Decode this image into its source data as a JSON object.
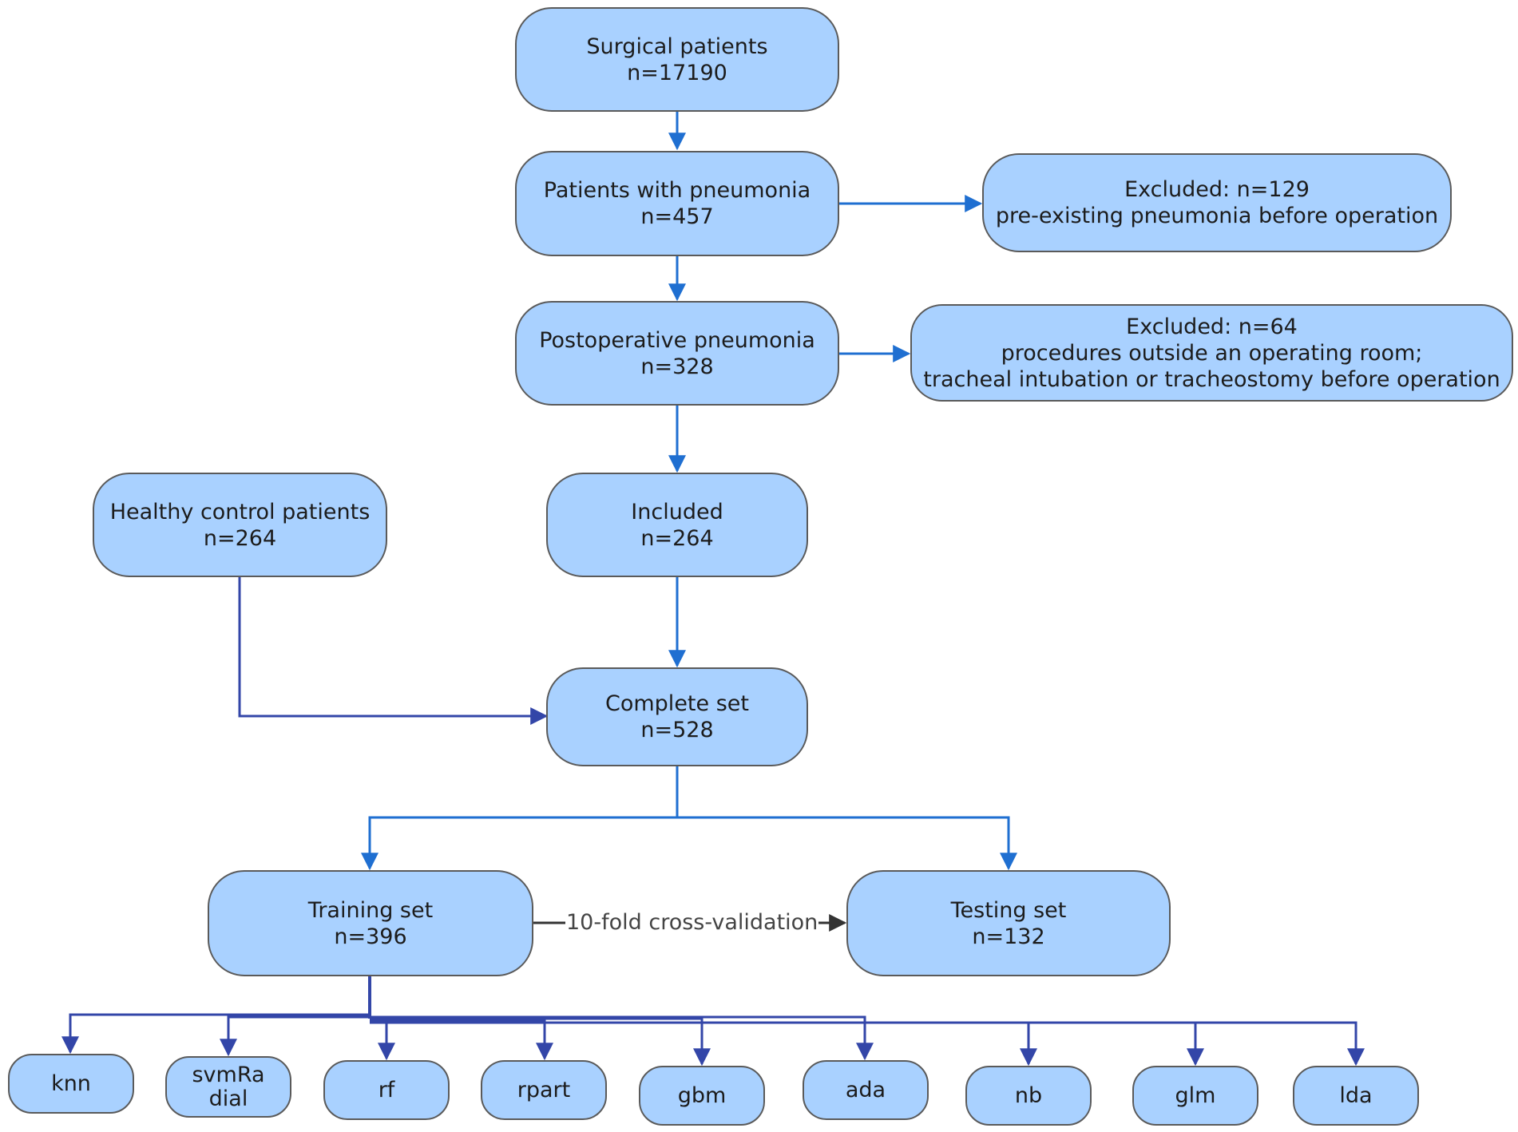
{
  "nodes": {
    "surgical": {
      "title": "Surgical patients",
      "n": "n=17190"
    },
    "pneumonia": {
      "title": "Patients with pneumonia",
      "n": "n=457"
    },
    "excluded1": {
      "title": "Excluded: n=129",
      "line1": "pre-existing pneumonia before operation"
    },
    "postop": {
      "title": "Postoperative pneumonia",
      "n": "n=328"
    },
    "excluded2": {
      "title": "Excluded: n=64",
      "line1": "procedures outside an operating room;",
      "line2": "tracheal intubation or tracheostomy before operation"
    },
    "healthy": {
      "title": "Healthy control patients",
      "n": "n=264"
    },
    "included": {
      "title": "Included",
      "n": "n=264"
    },
    "complete": {
      "title": "Complete set",
      "n": "n=528"
    },
    "training": {
      "title": "Training set",
      "n": "n=396"
    },
    "testing": {
      "title": "Testing set",
      "n": "n=132"
    }
  },
  "edge_label": "10-fold cross-validation",
  "models": [
    "knn",
    "svmRadial",
    "rf",
    "rpart",
    "gbm",
    "ada",
    "nb",
    "glm",
    "lda"
  ],
  "colors": {
    "box_fill": "#a9d1ff",
    "box_border": "#5a5a5a",
    "arrow_blue": "#1f6fd1",
    "arrow_dark": "#3346a8",
    "arrow_black": "#333333"
  }
}
